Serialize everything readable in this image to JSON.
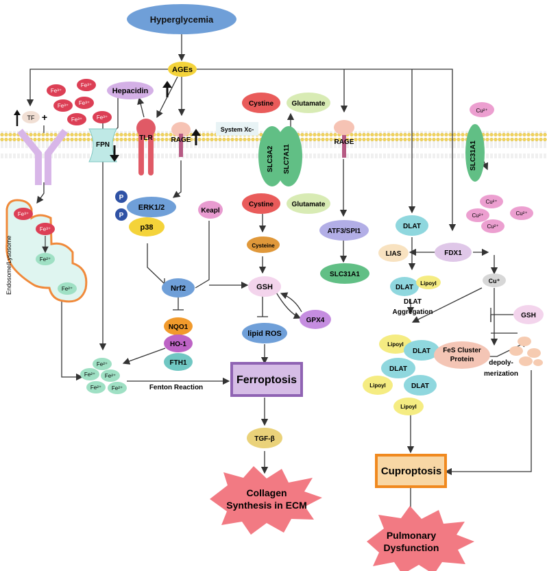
{
  "nodes": {
    "hyperglycemia": "Hyperglycemia",
    "ages": "AGEs",
    "tf": "TF",
    "plus": "+",
    "fe3": "Fe³⁺",
    "fe2": "Fe²⁺",
    "hepacidin": "Hepacidin",
    "fpn": "FPN",
    "tlr": "TLR",
    "rage1": "RAGE",
    "cystine_top": "Cystine",
    "glutamate_top": "Glutamate",
    "system_xc": "System Xc-",
    "slc3a2": "SLC3A2",
    "slc7a11": "SLC7A11",
    "rage2": "RAGE",
    "cu2": "Cu²⁺",
    "slc31a1_membrane": "SLC31A1",
    "endosome": "Endosome/Lysosome",
    "p": "P",
    "erk": "ERK1/2",
    "p38": "p38",
    "keapl": "Keapl",
    "cystine_bottom": "Cystine",
    "glutamate_bottom": "Glutamate",
    "cysteine": "Cysteine",
    "atf3": "ATF3/SPI1",
    "slc31a1": "SLC31A1",
    "dlat": "DLAT",
    "lias": "LIAS",
    "fdx1": "FDX1",
    "lipoyl": "Lipoyl",
    "cu1": "Cu⁺",
    "nrf2": "Nrf2",
    "gsh": "GSH",
    "gsh_right": "GSH",
    "gpx4": "GPX4",
    "lipid_ros": "lipid ROS",
    "nqo1": "NQO1",
    "ho1": "HO-1",
    "fth1": "FTH1",
    "dlat_aggregation": "DLAT\nAggregation",
    "fes": "FeS Cluster\nProtein",
    "depoly": "depoly-\nmerization",
    "fenton": "Fenton Reaction",
    "ferroptosis": "Ferroptosis",
    "tgfb": "TGF-β",
    "collagen": "Collagen\nSynthesis in ECM",
    "cuproptosis": "Cuproptosis",
    "pulmonary": "Pulmonary\nDysfunction"
  },
  "colors": {
    "red_ion": "#dc3f55",
    "green_ion": "#9fe0c4",
    "pink_ion": "#ec9fd0",
    "blue_node": "#6f9fd8",
    "yellow_node": "#f4d33a",
    "teal_node": "#8fd7de",
    "gsh_node": "#f3d4ec",
    "rage_gray": "#d9d9d9",
    "membrane": "#f4de72",
    "ferroptosis_box": "#d6bde6",
    "ferroptosis_border": "#8f63b3",
    "cuproptosis_box": "#f8d7a5",
    "cuproptosis_border": "#f0891f",
    "burst": "#f27a83"
  },
  "icons": [
    "up-arrow-icon",
    "down-arrow-icon"
  ]
}
